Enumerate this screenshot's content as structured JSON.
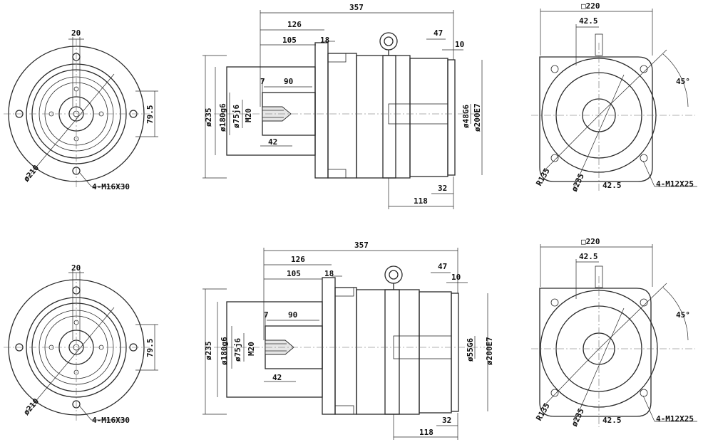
{
  "views": [
    {
      "front": {
        "offset_dim": "20",
        "bolt_spacing": "79.5",
        "pcd": "ø210",
        "holes_callout": "4-M16X30"
      },
      "side": {
        "overall_length": "357",
        "flange_to_face": "126",
        "pilot_length": "105",
        "flange_thickness": "18",
        "shaft_length": "90",
        "shaft_step": "7",
        "tap_depth": "42",
        "tap_size": "M20",
        "shaft_dia": "ø75j6",
        "pilot_dia": "ø180g6",
        "flange_dia": "ø235",
        "input_flange_len": "47",
        "input_step": "10",
        "bore_dia": "ø48G6",
        "input_pilot": "ø200E7",
        "input_depth": "32",
        "input_length": "118"
      },
      "rear": {
        "square": "□220",
        "hole_offset": "42.5",
        "angle": "45°",
        "radius": "R135",
        "pcd": "ø235",
        "hole_offset_bottom": "42.5",
        "holes_callout": "4-M12X25"
      }
    },
    {
      "front": {
        "offset_dim": "20",
        "bolt_spacing": "79.5",
        "pcd": "ø210",
        "holes_callout": "4-M16X30"
      },
      "side": {
        "overall_length": "357",
        "flange_to_face": "126",
        "pilot_length": "105",
        "flange_thickness": "18",
        "shaft_length": "90",
        "shaft_step": "7",
        "tap_depth": "42",
        "tap_size": "M20",
        "shaft_dia": "ø75j6",
        "pilot_dia": "ø180g6",
        "flange_dia": "ø235",
        "input_flange_len": "47",
        "input_step": "10",
        "bore_dia": "ø55G6",
        "input_pilot": "ø200E7",
        "input_depth": "32",
        "input_length": "118"
      },
      "rear": {
        "square": "□220",
        "hole_offset": "42.5",
        "angle": "45°",
        "radius": "R135",
        "pcd": "ø235",
        "hole_offset_bottom": "42.5",
        "holes_callout": "4-M12X25"
      }
    }
  ]
}
